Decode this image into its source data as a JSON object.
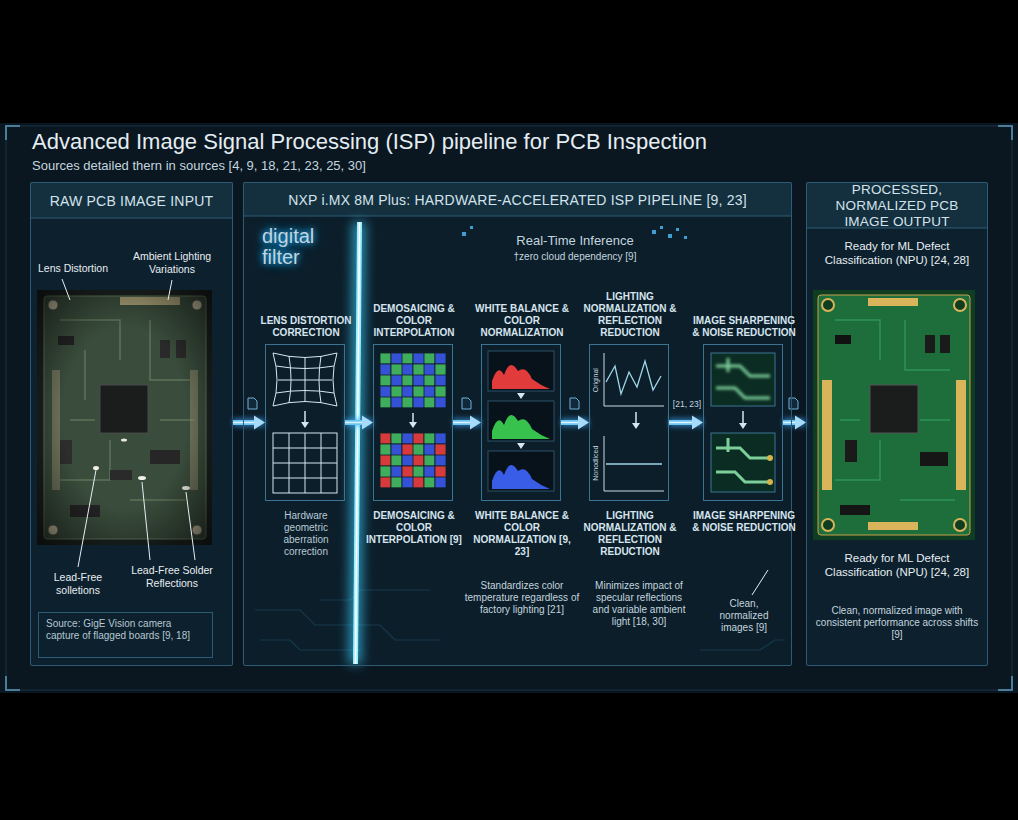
{
  "diagram": {
    "title": "Advanced Image Signal Processing (ISP) pipeline for PCB Inspection",
    "nodes": [
      {
        "text": [
          "RAW PCB IMAGE INPUT"
        ]
      },
      {
        "text": [
          "Source: GigE Vision camera capture of flagged boards [9, 18]"
        ],
        "in": 0
      },
      {
        "text": [
          "NXP i.MX 8M Plus: HARDWARE-ACCELERATED ISP PIPELINE [9, 23]"
        ]
      },
      {
        "text": [
          "LENS DISTORTION CORRECTION",
          "Hardware geometric aberration correction"
        ],
        "in": 2
      },
      {
        "text": [
          "DEMOSAICING & COLOR INTERPOLATION",
          "DEMOSAICING & COLOR INTERPOLATION [9]"
        ],
        "in": 2
      },
      {
        "text": [
          "WHITE BALANCE & COLOR NORMALIZATION",
          "WHITE BALANCE & COLOR NORMALIZATION [9, 23]"
        ],
        "in": 2
      },
      {
        "text": [
          "LIGHTING NORMALIZATION & REFLECTION REDUCTION",
          "LIGHTING NORMALIZATION & REFLECTION REDUCTION"
        ],
        "in": 2
      },
      {
        "text": [
          "IMAGE SHARPENING & NOISE REDUCTION",
          "IMAGE SHARPENING & NOISE REDUCTION"
        ],
        "in": 2
      },
      {
        "text": [
          "PROCESSED, NORMALIZED PCB IMAGE OUTPUT"
        ]
      }
    ],
    "edges": [
      {
        "from": 0,
        "to": 3,
        "arrow": "to"
      },
      {
        "from": 3,
        "to": 4,
        "arrow": "to"
      },
      {
        "from": 4,
        "to": 5,
        "arrow": "to"
      },
      {
        "from": 5,
        "to": 6,
        "arrow": "to"
      },
      {
        "from": 6,
        "to": 7,
        "arrow": "to"
      },
      {
        "from": 7,
        "to": 8,
        "arrow": "to"
      }
    ],
    "labels": [
      "Sources detailed thern in sources [4, 9, 18, 21, 23, 25, 30]",
      "Lens Distortion",
      "Ambient Lighting Variations",
      "Lead-Free solletions",
      "Lead-Free Solder Reflections",
      "digital filter",
      "Real-Time Inference",
      "†zero cloud dependency [9]",
      "Original",
      "Nonodliced",
      "[21, 23]",
      "Standardizes color temperature regardless of factory lighting [21]",
      "Minimizes impact of specular reflections and variable ambient light [18, 30]",
      "Clean, normalized images [9]",
      "Ready for ML Defect Classification (NPU) [24, 28]",
      "Ready for ML Defect Classification (NPU) [24, 28]",
      "Clean, normalized image with consistent performance across shifts [9]"
    ]
  }
}
